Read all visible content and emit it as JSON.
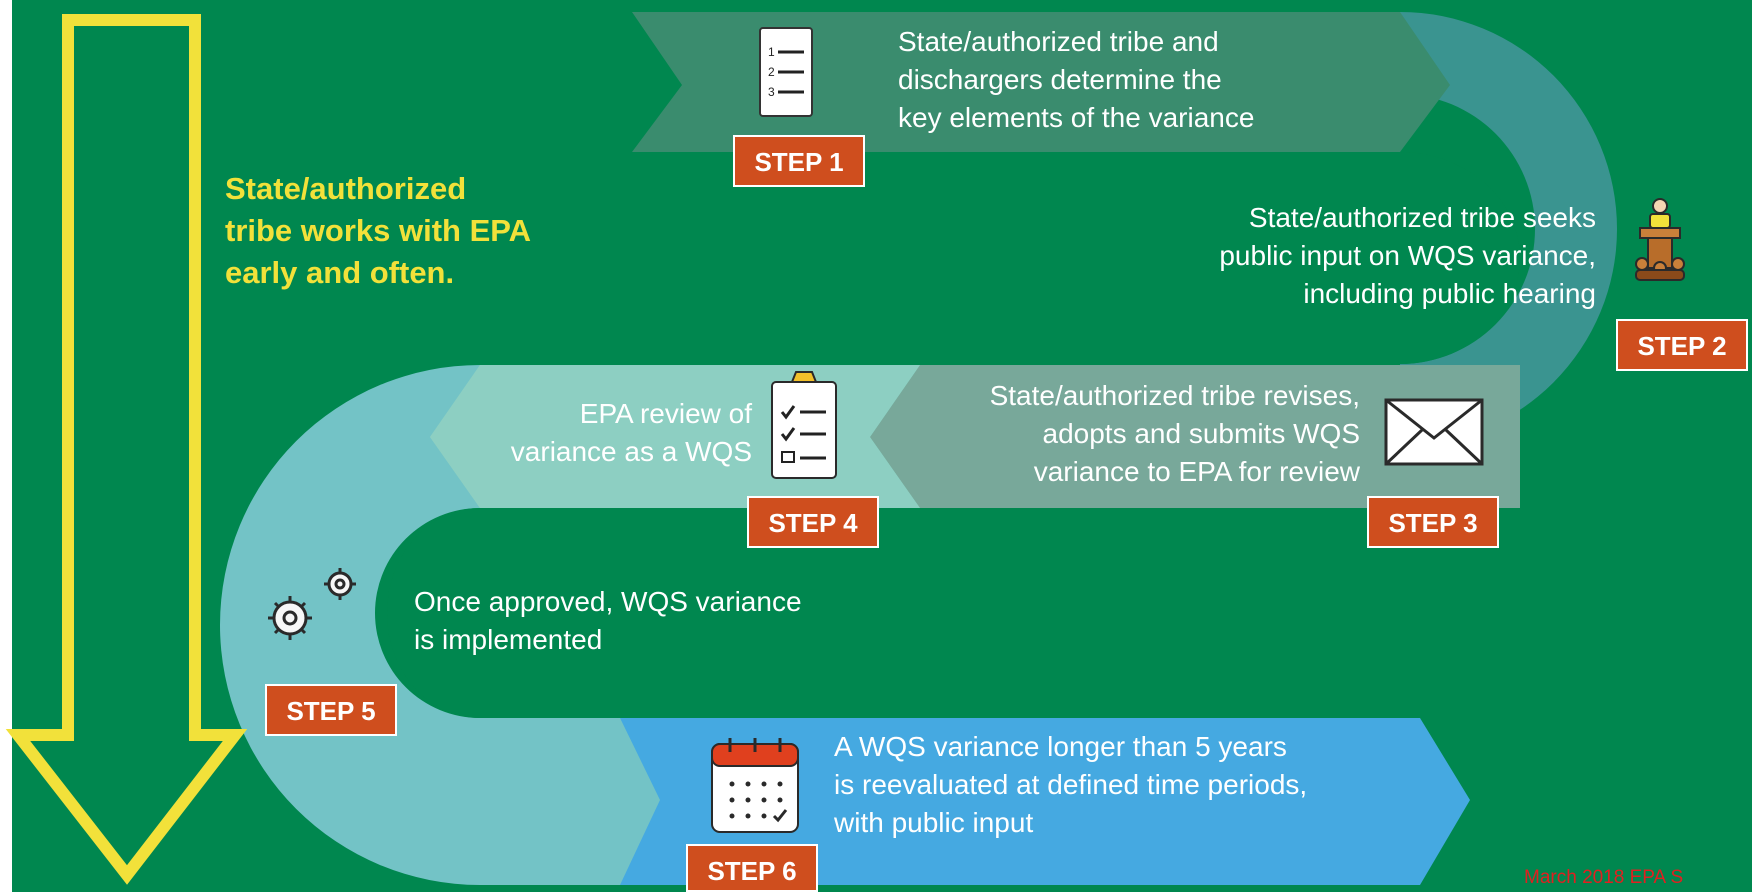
{
  "side_note": [
    "State/authorized",
    "tribe works with EPA",
    "early and often."
  ],
  "steps": [
    {
      "badge": "STEP 1",
      "lines": [
        "State/authorized tribe and",
        "dischargers determine the",
        "key elements of the variance"
      ]
    },
    {
      "badge": "STEP 2",
      "lines": [
        "State/authorized tribe seeks",
        "public input on WQS variance,",
        "including public hearing"
      ]
    },
    {
      "badge": "STEP 3",
      "lines": [
        "State/authorized tribe revises,",
        "adopts and submits WQS",
        "variance to EPA for review"
      ]
    },
    {
      "badge": "STEP 4",
      "lines": [
        "EPA review of",
        "variance as a WQS"
      ]
    },
    {
      "badge": "STEP 5",
      "lines": [
        "Once approved, WQS variance",
        "is implemented"
      ]
    },
    {
      "badge": "STEP 6",
      "lines": [
        "A WQS variance longer than 5 years",
        "is reevaluated at defined time periods,",
        "with public input"
      ]
    }
  ],
  "icons": {
    "step1": "numbered-list-icon",
    "step2": "public-hearing-icon",
    "step3": "envelope-icon",
    "step4": "checklist-clipboard-icon",
    "step5": "gears-icon",
    "step6": "calendar-icon",
    "side": "down-arrow-icon"
  },
  "footer_note": "March 2018 EPA S",
  "colors": {
    "background": "#00874f",
    "step1_band": "#3a8c6e",
    "step2_band": "#3a9490",
    "step3_band": "#78a89a",
    "step4_band": "#8dcfc2",
    "step5_band": "#73c3c6",
    "step6_band": "#45a9e1",
    "badge": "#cf4e1e",
    "arrow": "#f2e13a",
    "footer": "#e02020"
  }
}
